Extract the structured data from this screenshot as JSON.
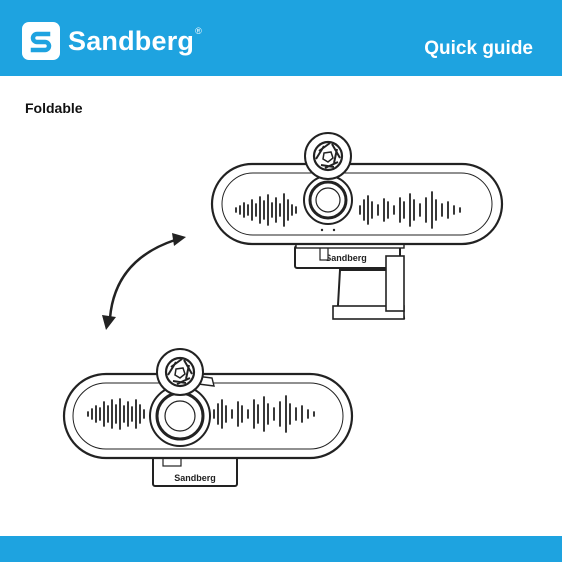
{
  "header": {
    "brand": "Sandberg",
    "reg_mark": "®",
    "title": "Quick guide",
    "color": "#1ea3e0",
    "logo_icon": "sandberg-s-logo-icon"
  },
  "section": {
    "title": "Foldable"
  },
  "illustration": {
    "device_brand": "Sandberg",
    "states": [
      "unfolded",
      "folded"
    ],
    "arrow_icon": "double-curved-arrow-icon",
    "lens_icon": "camera-shutter-icon"
  }
}
